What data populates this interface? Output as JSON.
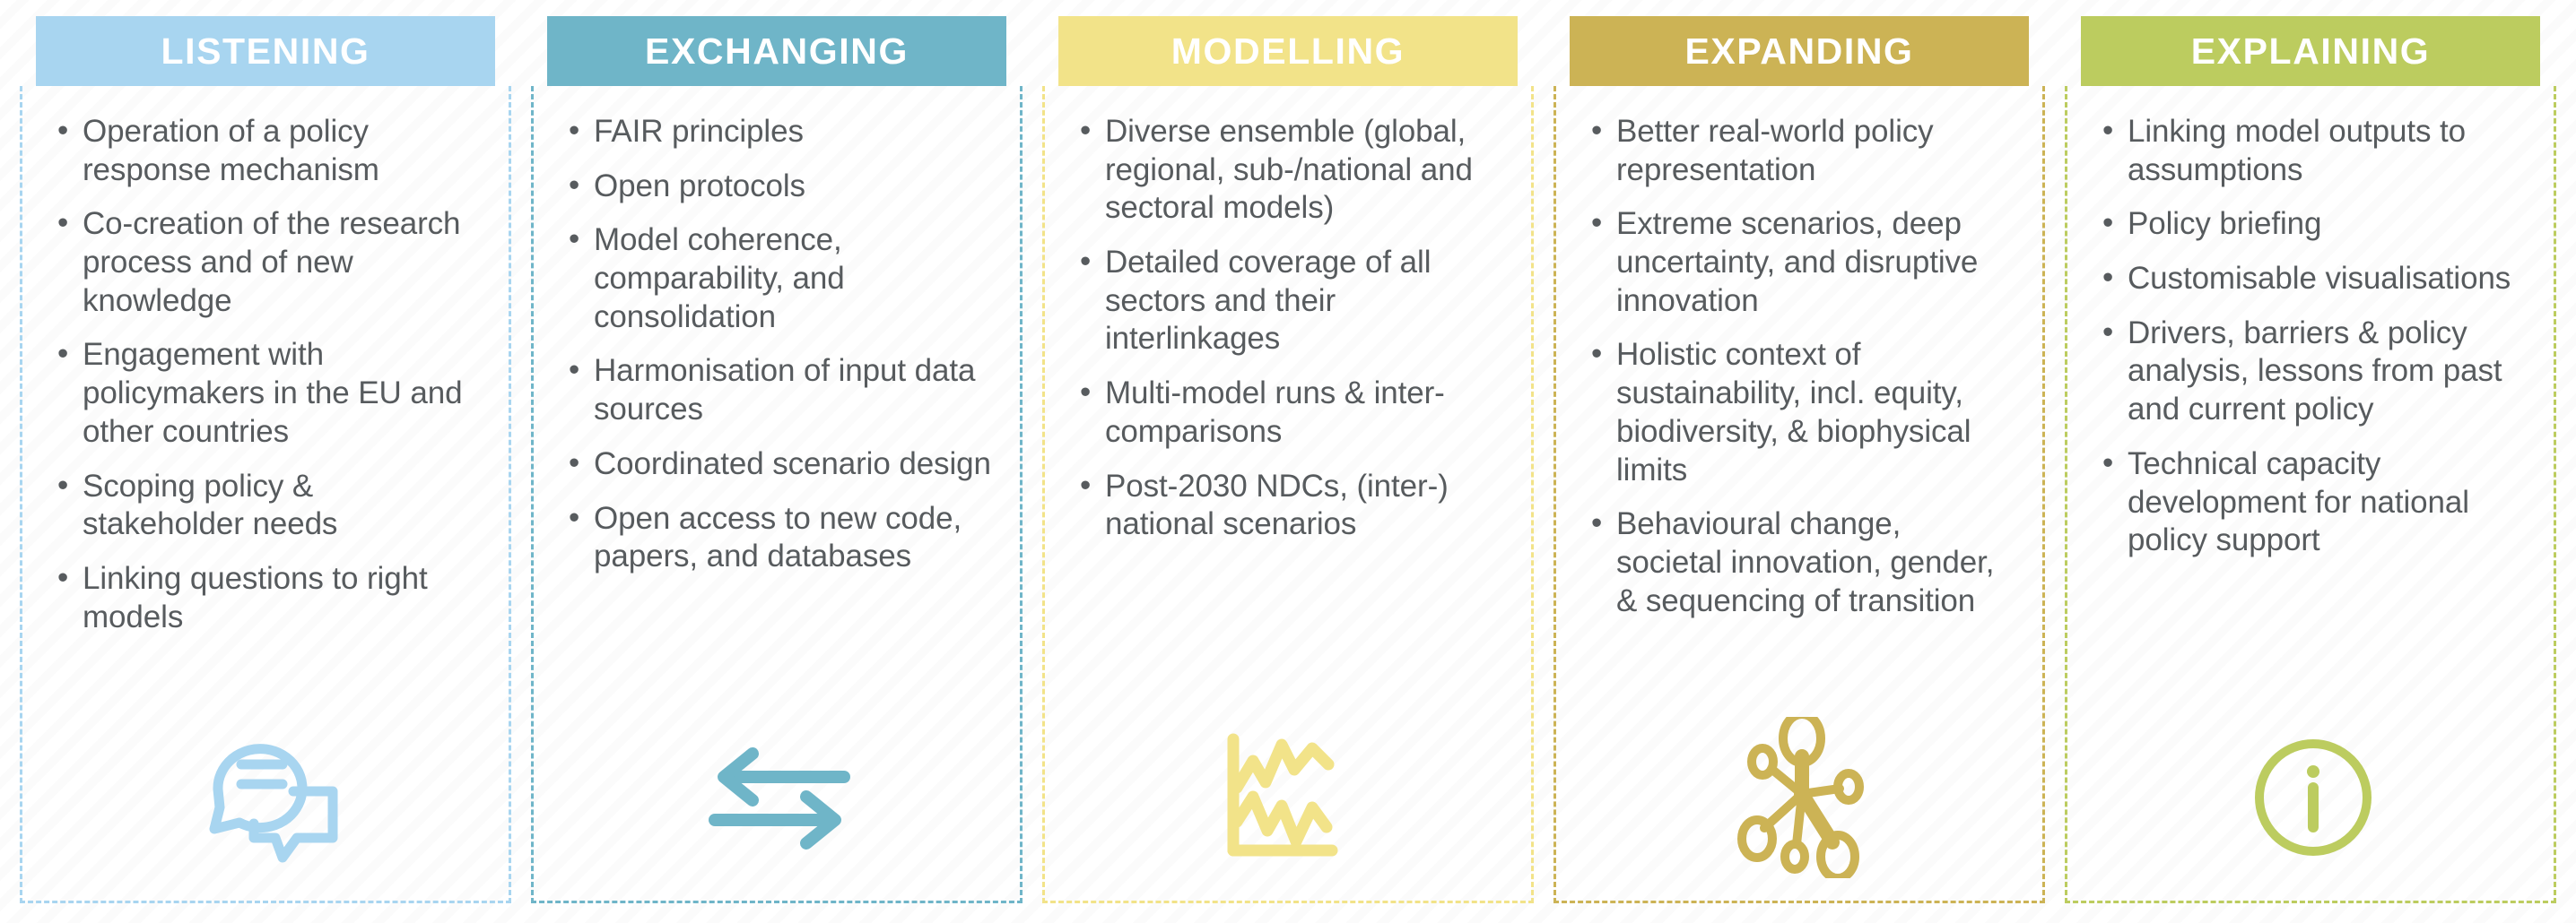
{
  "columns": [
    {
      "id": "listening",
      "title": "LISTENING",
      "accent": "#a8d5f0",
      "icon": "speech-bubbles-icon",
      "bullets": [
        "Operation of a policy response mechanism",
        "Co-creation of the research process and of new knowledge",
        "Engagement with policymakers in the EU and other countries",
        "Scoping policy & stakeholder needs",
        "Linking questions to right models"
      ]
    },
    {
      "id": "exchanging",
      "title": "EXCHANGING",
      "accent": "#6fb5c8",
      "icon": "exchange-arrows-icon",
      "bullets": [
        "FAIR principles",
        "Open protocols",
        "Model coherence, comparability, and consolidation",
        "Harmonisation of input data sources",
        "Coordinated scenario design",
        "Open access to new code, papers, and databases"
      ]
    },
    {
      "id": "modelling",
      "title": "MODELLING",
      "accent": "#f2e389",
      "icon": "line-chart-icon",
      "bullets": [
        "Diverse ensemble (global, regional, sub-/national and sectoral models)",
        "Detailed coverage of all sectors and their interlinkages",
        "Multi-model runs & inter-comparisons",
        "Post-2030 NDCs, (inter-) national scenarios"
      ]
    },
    {
      "id": "expanding",
      "title": "EXPANDING",
      "accent": "#ccb355",
      "icon": "network-nodes-icon",
      "bullets": [
        "Better real-world policy representation",
        "Extreme scenarios, deep uncertainty, and disruptive innovation",
        "Holistic context of sustainability, incl. equity, biodiversity, & biophysical limits",
        "Behavioural change, societal innovation, gender, & sequencing of transition"
      ]
    },
    {
      "id": "explaining",
      "title": "EXPLAINING",
      "accent": "#bccc5f",
      "icon": "info-circle-icon",
      "bullets": [
        "Linking model outputs to assumptions",
        "Policy briefing",
        "Customisable visualisations",
        "Drivers, barriers & policy analysis, lessons from past and current policy",
        "Technical capacity development for national policy support"
      ]
    }
  ]
}
